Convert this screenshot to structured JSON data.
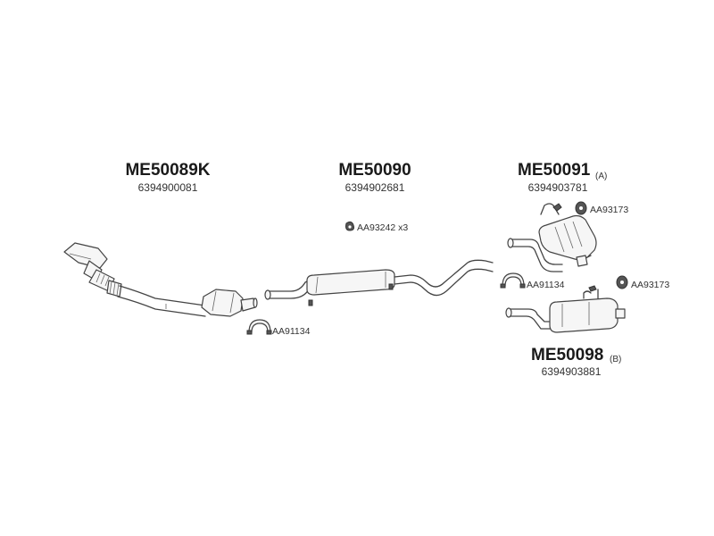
{
  "groups": [
    {
      "code": "ME50089K",
      "oem": "6394900081"
    },
    {
      "code": "ME50090",
      "oem": "6394902681"
    },
    {
      "code": "ME50091",
      "suffix": "(A)",
      "oem": "6394903781"
    },
    {
      "code": "ME50098",
      "suffix": "(B)",
      "oem": "6394903881"
    }
  ],
  "accessories": [
    {
      "label": "AA93242 x3",
      "icon": "rubber-mount-icon"
    },
    {
      "label": "AA93173",
      "icon": "rubber-mount-icon"
    },
    {
      "label": "AA91134",
      "icon": "pipe-clamp-icon"
    },
    {
      "label": "AA93173",
      "icon": "rubber-mount-icon"
    },
    {
      "label": "AA91134",
      "icon": "pipe-clamp-icon"
    }
  ]
}
